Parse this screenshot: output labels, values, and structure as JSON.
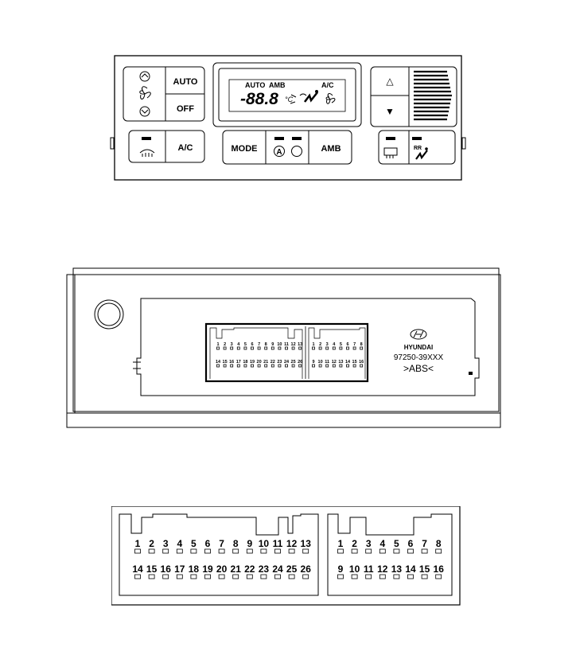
{
  "control_panel": {
    "btn_auto": "AUTO",
    "btn_off": "OFF",
    "btn_ac": "A/C",
    "btn_mode": "MODE",
    "btn_amb": "AMB",
    "lcd_auto": "AUTO",
    "lcd_amb": "AMB",
    "lcd_ac": "A/C",
    "lcd_temp": "-88.8",
    "lcd_unit": "°C",
    "a_symbol": "A",
    "rr_label": "RR",
    "up_arrow": "△",
    "down_arrow": "▼"
  },
  "rear_unit": {
    "brand": "HYUNDAI",
    "part_number": "97250-39XXX",
    "abs_mark": ">ABS<"
  },
  "connector": {
    "left_top_pins": [
      "1",
      "2",
      "3",
      "4",
      "5",
      "6",
      "7",
      "8",
      "9",
      "10",
      "11",
      "12",
      "13"
    ],
    "left_bottom_pins": [
      "14",
      "15",
      "16",
      "17",
      "18",
      "19",
      "20",
      "21",
      "22",
      "23",
      "24",
      "25",
      "26"
    ],
    "right_top_pins": [
      "1",
      "2",
      "3",
      "4",
      "5",
      "6",
      "7",
      "8"
    ],
    "right_bottom_pins": [
      "9",
      "10",
      "11",
      "12",
      "13",
      "14",
      "15",
      "16"
    ]
  }
}
